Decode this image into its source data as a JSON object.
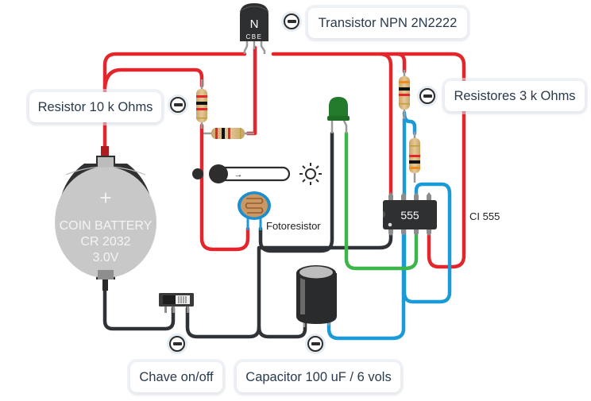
{
  "components": {
    "transistor": {
      "label": "Transistor NPN 2N2222",
      "body_letter": "N",
      "pins": "CBE"
    },
    "resistor_10k": {
      "label": "Resistor 10 k Ohms"
    },
    "resistors_3k": {
      "label": "Resistores 3 k Ohms"
    },
    "battery": {
      "line1": "COIN BATTERY",
      "line2": "CR 2032",
      "line3": "3.0V",
      "plus": "+"
    },
    "photoresistor": {
      "label": "Fotoresistor"
    },
    "ic": {
      "chip_text": "555",
      "label": "CI 555"
    },
    "switch": {
      "label": "Chave on/off"
    },
    "capacitor": {
      "label": "Capacitor 100 uF / 6 vols"
    },
    "led": {
      "color_name": "green"
    },
    "light_slider": {
      "arrow": "→",
      "value_fraction": 0.0
    }
  },
  "colors": {
    "wire_red": "#e3262b",
    "wire_black": "#2f3236",
    "wire_blue": "#1a9ad6",
    "wire_green": "#3cb54a",
    "led_green": "#237a2b",
    "chip_body": "#2f3032",
    "callout_text": "#2a3a4d"
  }
}
